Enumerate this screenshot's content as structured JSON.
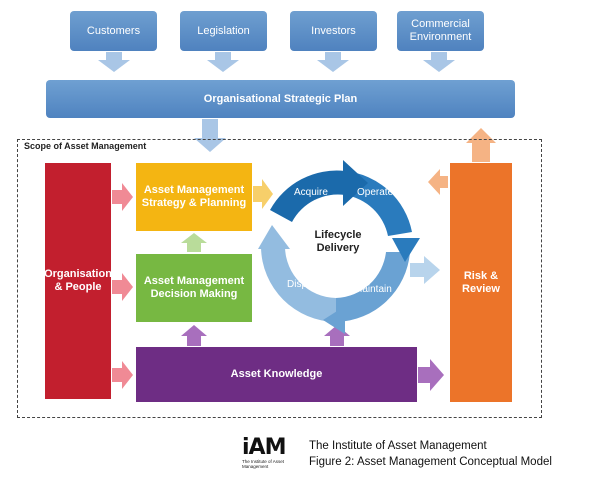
{
  "stakeholders": [
    {
      "line1": "Customers",
      "line2": ""
    },
    {
      "line1": "Legislation",
      "line2": ""
    },
    {
      "line1": "Investors",
      "line2": ""
    },
    {
      "line1": "Commercial",
      "line2": "Environment"
    }
  ],
  "plan_label": "Organisational Strategic Plan",
  "scope_label": "Scope of Asset Management",
  "org": {
    "line1": "Organisation",
    "line2": "& People"
  },
  "strategy": {
    "line1": "Asset Management",
    "line2": "Strategy & Planning"
  },
  "decision": {
    "line1": "Asset Management",
    "line2": "Decision Making"
  },
  "knowledge": "Asset Knowledge",
  "risk": {
    "line1": "Risk &",
    "line2": "Review"
  },
  "lifecycle": {
    "center_line1": "Lifecycle",
    "center_line2": "Delivery",
    "stages": [
      "Acquire",
      "Operate",
      "Maintain",
      "Dispose"
    ]
  },
  "footer": {
    "logo_text": "iAM",
    "logo_subtitle": "The Institute of Asset Management",
    "org_name": "The Institute of Asset Management",
    "caption": "Figure 2:  Asset Management Conceptual Model"
  },
  "colors": {
    "stakeholder": "#5b8ec8",
    "plan": "#5b8ec8",
    "organisation": "#c21f2e",
    "strategy": "#f4b512",
    "decision": "#77b842",
    "knowledge": "#6e2d84",
    "risk": "#ec7429",
    "lifecycle_dark": "#1f6fae",
    "lifecycle_light": "#8fb8dc"
  }
}
